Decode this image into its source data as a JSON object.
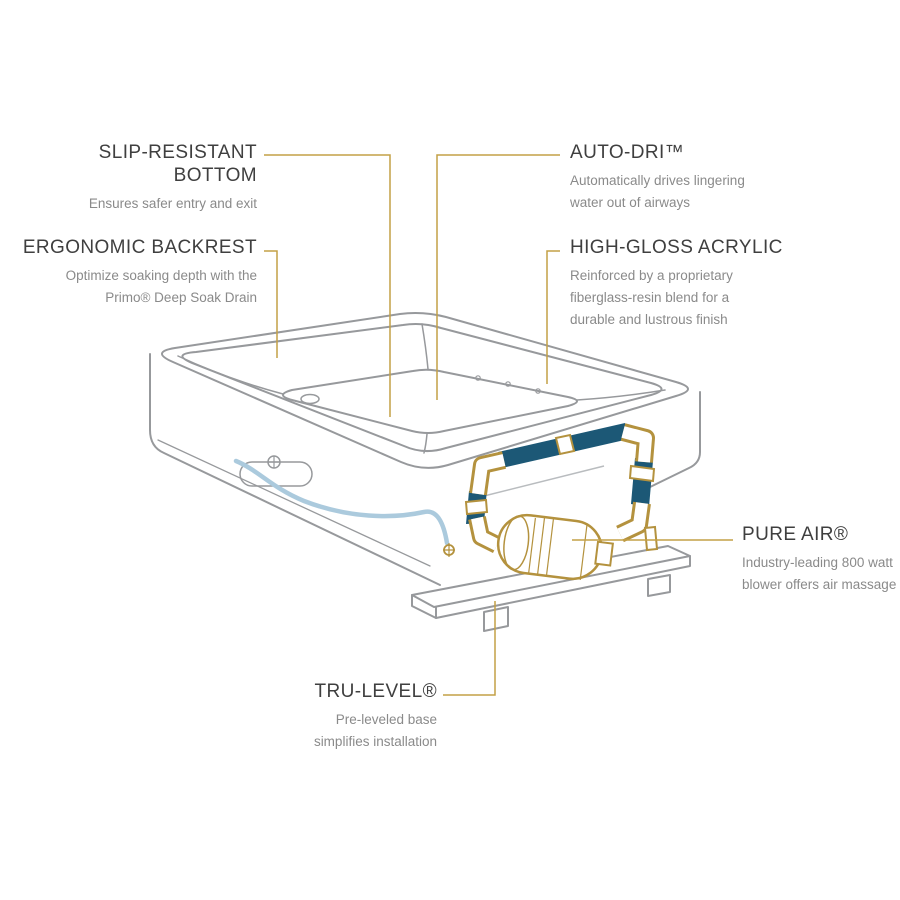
{
  "callouts": {
    "slip": {
      "title": "SLIP-RESISTANT BOTTOM",
      "desc": [
        "Ensures safer entry and exit"
      ]
    },
    "backrest": {
      "title": "ERGONOMIC BACKREST",
      "desc": [
        "Optimize soaking depth with the",
        "Primo® Deep Soak Drain"
      ]
    },
    "autodri": {
      "title": "AUTO-DRI™",
      "desc": [
        "Automatically drives lingering",
        "water out of airways"
      ]
    },
    "acrylic": {
      "title": "HIGH-GLOSS ACRYLIC",
      "desc": [
        "Reinforced by a proprietary",
        "fiberglass-resin blend for a",
        "durable and lustrous finish"
      ]
    },
    "pureair": {
      "title": "PURE AIR®",
      "desc": [
        "Industry-leading 800 watt",
        "blower offers air massage"
      ]
    },
    "trulevel": {
      "title": "TRU-LEVEL®",
      "desc": [
        "Pre-leveled base",
        "simplifies installation"
      ]
    }
  },
  "figure": {
    "subject": "bathtub-cutaway-line-illustration"
  },
  "colors": {
    "callout_gold": "#C3A046",
    "pipe_blue": "#1C5876",
    "fitting_gold": "#B4923E",
    "hose_blue": "#ABCADD",
    "art_gray": "#97999C"
  }
}
